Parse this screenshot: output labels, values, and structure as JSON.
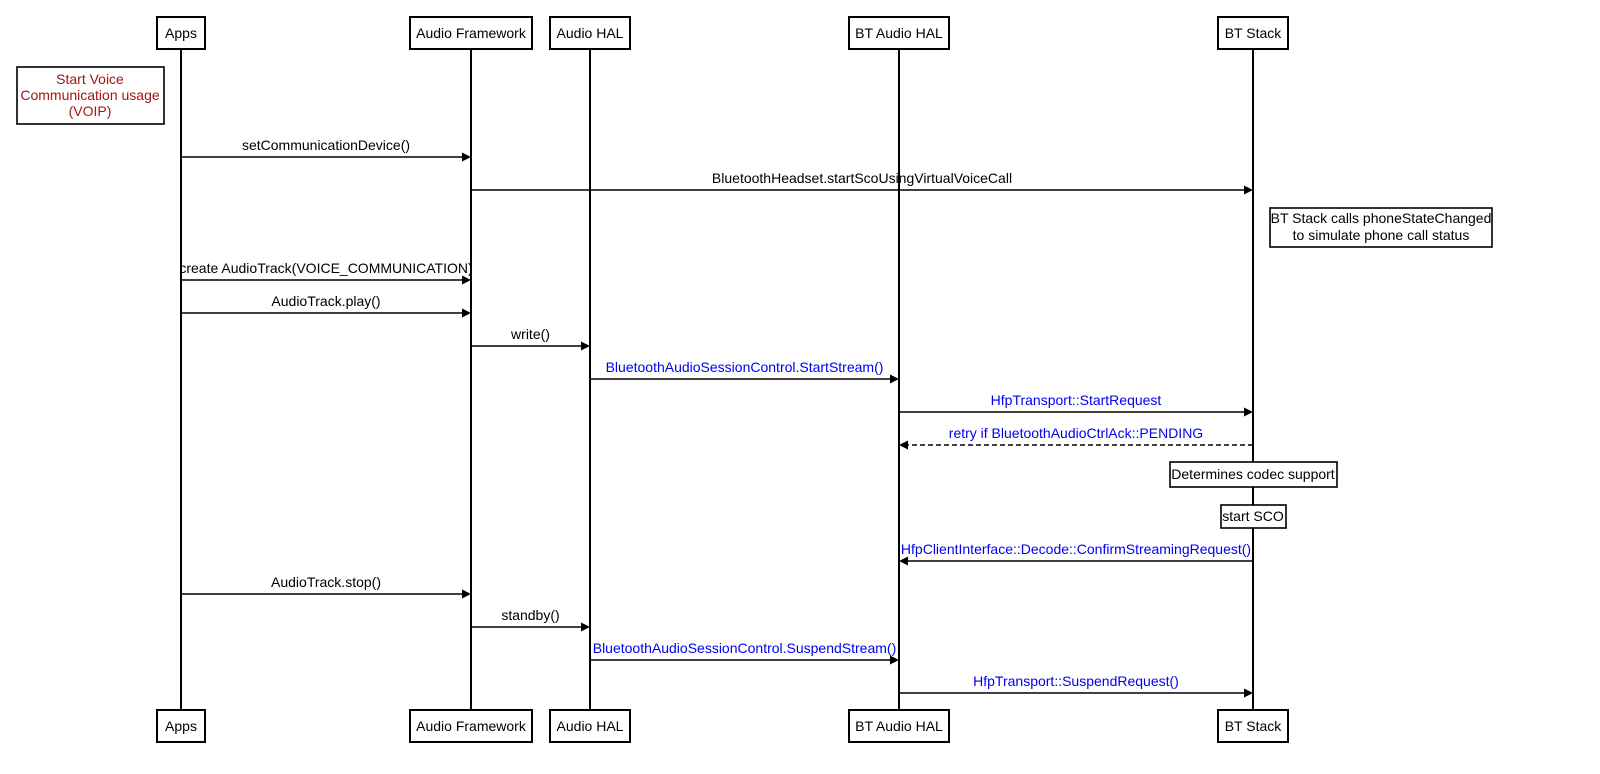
{
  "participants": [
    {
      "id": "apps",
      "label": "Apps"
    },
    {
      "id": "af",
      "label": "Audio Framework"
    },
    {
      "id": "ahal",
      "label": "Audio HAL"
    },
    {
      "id": "bthal",
      "label": "BT Audio HAL"
    },
    {
      "id": "bts",
      "label": "BT Stack"
    }
  ],
  "messages": [
    {
      "from": "apps",
      "to": "af",
      "label": "setCommunicationDevice()",
      "color": "#000000",
      "dashed": false
    },
    {
      "from": "af",
      "to": "bts",
      "label": "BluetoothHeadset.startScoUsingVirtualVoiceCall",
      "color": "#000000",
      "dashed": false
    },
    {
      "from": "apps",
      "to": "af",
      "label": "create AudioTrack(VOICE_COMMUNICATION)",
      "color": "#000000",
      "dashed": false
    },
    {
      "from": "apps",
      "to": "af",
      "label": "AudioTrack.play()",
      "color": "#000000",
      "dashed": false
    },
    {
      "from": "af",
      "to": "ahal",
      "label": "write()",
      "color": "#000000",
      "dashed": false
    },
    {
      "from": "ahal",
      "to": "bthal",
      "label": "BluetoothAudioSessionControl.StartStream()",
      "color": "#0000ee",
      "dashed": false
    },
    {
      "from": "bthal",
      "to": "bts",
      "label": "HfpTransport::StartRequest",
      "color": "#0000ee",
      "dashed": false
    },
    {
      "from": "bts",
      "to": "bthal",
      "label": "retry if BluetoothAudioCtrlAck::PENDING",
      "color": "#0000ee",
      "dashed": true
    },
    {
      "from": "bts",
      "to": "bthal",
      "label": "HfpClientInterface::Decode::ConfirmStreamingRequest()",
      "color": "#0000ee",
      "dashed": false
    },
    {
      "from": "apps",
      "to": "af",
      "label": "AudioTrack.stop()",
      "color": "#000000",
      "dashed": false
    },
    {
      "from": "af",
      "to": "ahal",
      "label": "standby()",
      "color": "#000000",
      "dashed": false
    },
    {
      "from": "ahal",
      "to": "bthal",
      "label": "BluetoothAudioSessionControl.SuspendStream()",
      "color": "#0000ee",
      "dashed": false
    },
    {
      "from": "bthal",
      "to": "bts",
      "label": "HfpTransport::SuspendRequest()",
      "color": "#0000ee",
      "dashed": false
    }
  ],
  "notes": [
    {
      "id": "voip",
      "lines": [
        "Start Voice",
        "Communication usage",
        "(VOIP)"
      ],
      "color": "#a31515"
    },
    {
      "id": "phone-state",
      "lines": [
        "BT Stack calls phoneStateChanged",
        "to simulate phone call status"
      ],
      "color": "#000000"
    },
    {
      "id": "codec",
      "lines": [
        "Determines codec support"
      ],
      "color": "#000000"
    },
    {
      "id": "sco",
      "lines": [
        "start SCO"
      ],
      "color": "#000000"
    }
  ]
}
